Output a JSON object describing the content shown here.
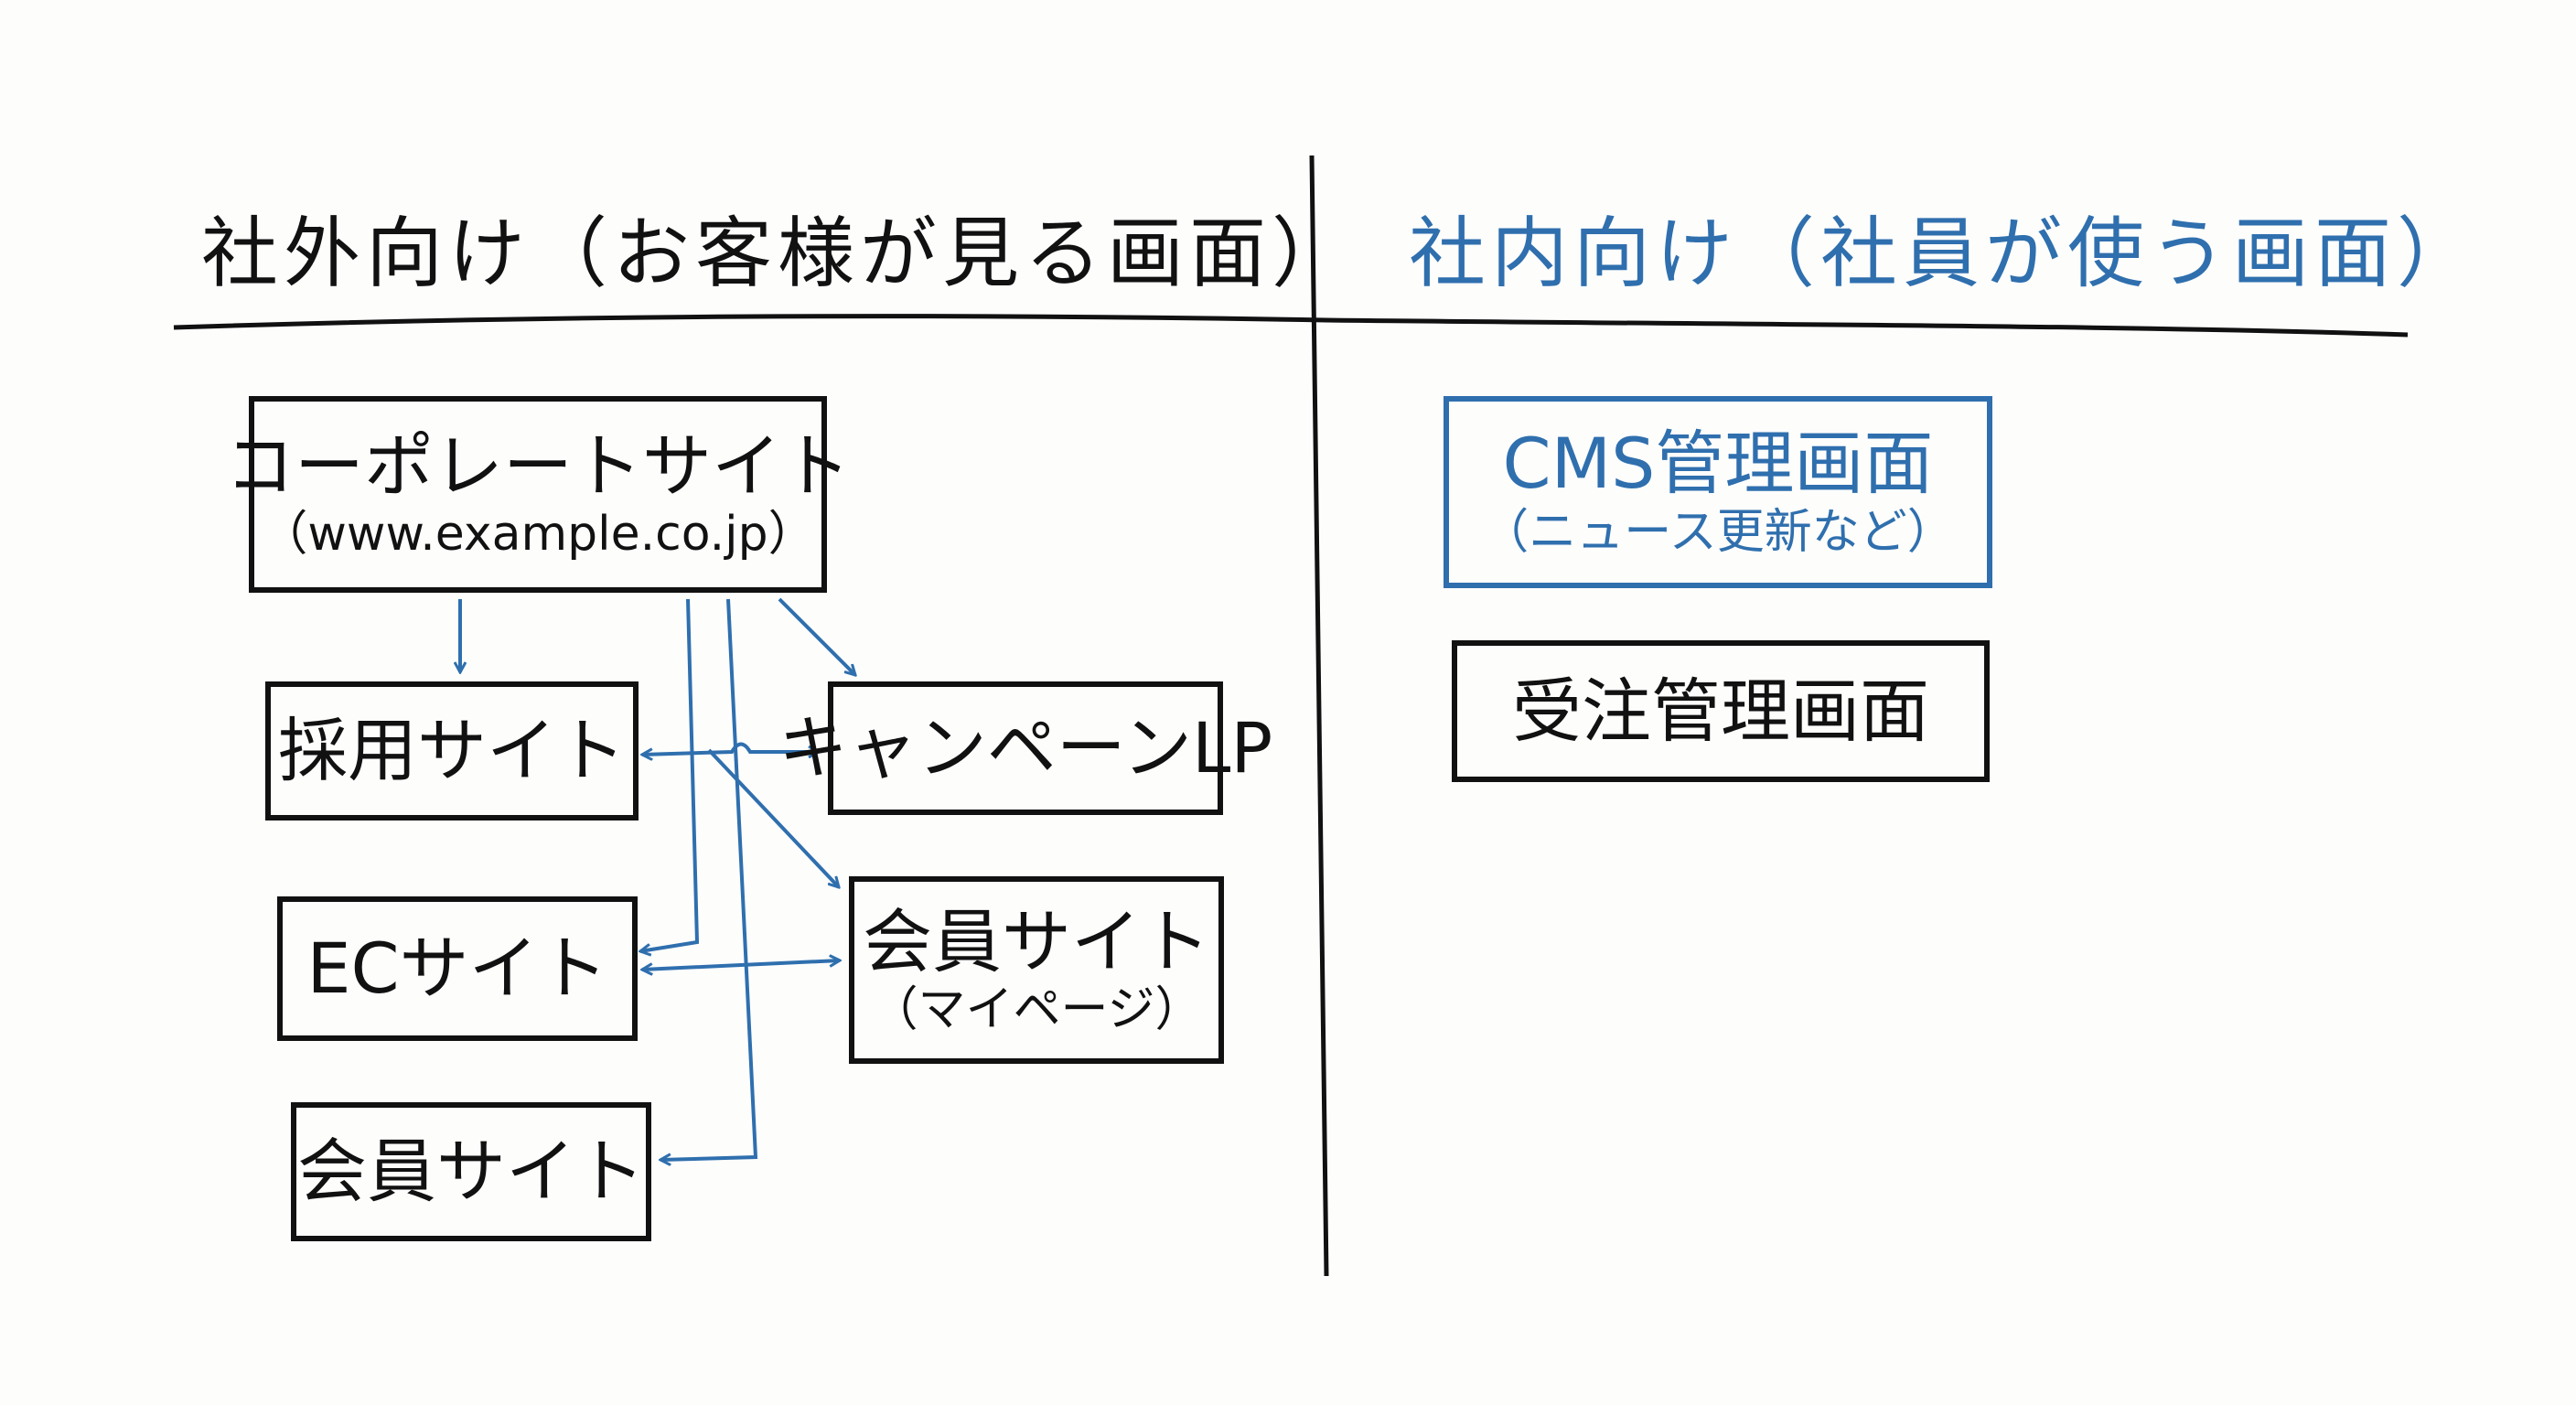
{
  "colors": {
    "ink": "#111111",
    "accent": "#2f6fae",
    "background": "#fdfdfc"
  },
  "sections": {
    "external": {
      "title": "社外向け（お客様が見る画面）"
    },
    "internal": {
      "title": "社内向け（社員が使う画面）"
    }
  },
  "external_boxes": {
    "corporate": {
      "label": "コーポレートサイト",
      "sub": "（www.example.co.jp）"
    },
    "recruit": {
      "label": "採用サイト"
    },
    "campaign": {
      "label": "キャンペーンLP"
    },
    "ec": {
      "label": "ECサイト"
    },
    "member_mypage": {
      "label": "会員サイト",
      "sub": "（マイページ）"
    },
    "member": {
      "label": "会員サイト"
    }
  },
  "internal_boxes": {
    "cms": {
      "label": "CMS管理画面",
      "sub": "（ニュース更新など）"
    },
    "orders": {
      "label": "受注管理画面"
    }
  },
  "connections": [
    {
      "from": "corporate",
      "to": "recruit",
      "type": "arrow"
    },
    {
      "from": "corporate",
      "to": "campaign",
      "type": "arrow"
    },
    {
      "from": "corporate",
      "to": "member_mypage",
      "type": "arrow"
    },
    {
      "from": "corporate",
      "to": "ec",
      "type": "arrow"
    },
    {
      "from": "corporate",
      "to": "member",
      "type": "arrow"
    },
    {
      "from": "recruit",
      "to": "campaign",
      "type": "bidirectional"
    },
    {
      "from": "ec",
      "to": "member_mypage",
      "type": "bidirectional"
    }
  ]
}
